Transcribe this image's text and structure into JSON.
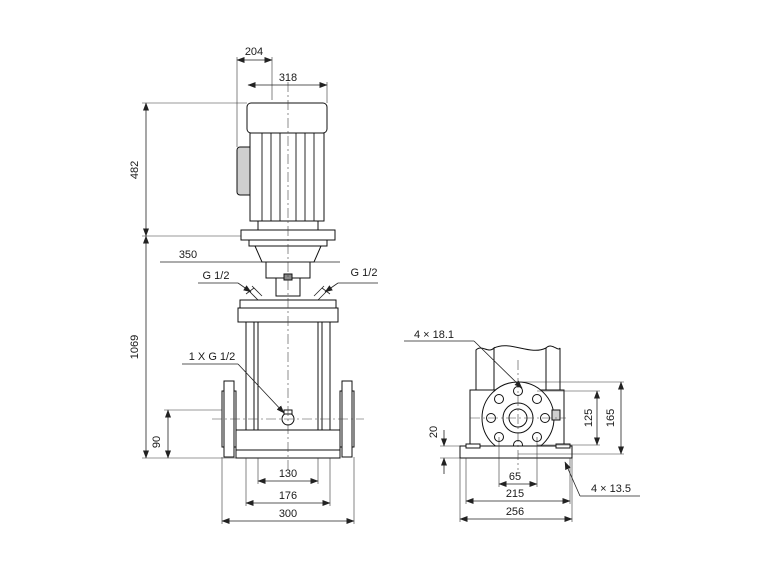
{
  "dimensions": {
    "d204": "204",
    "d318": "318",
    "d482": "482",
    "d350": "350",
    "g12_left": "G 1/2",
    "g12_right": "G 1/2",
    "d1069": "1069",
    "drain": "1 X G 1/2",
    "d90": "90",
    "d130": "130",
    "d176": "176",
    "d300": "300",
    "holes_flange": "4 × 18.1",
    "d125": "125",
    "d165": "165",
    "d20": "20",
    "d65": "65",
    "d215": "215",
    "d256": "256",
    "holes_base": "4 × 13.5"
  }
}
